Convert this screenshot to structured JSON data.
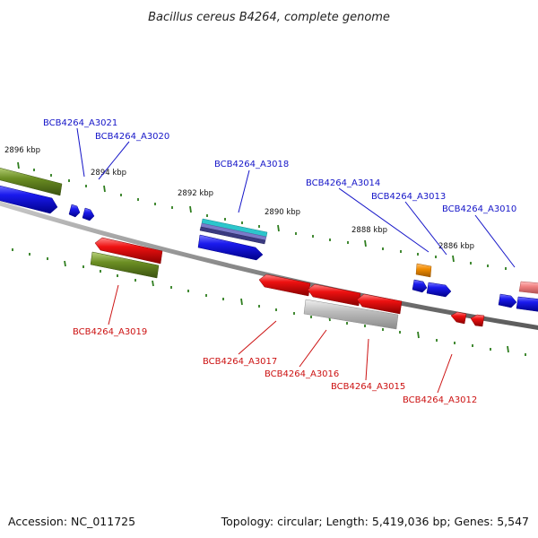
{
  "title": "Bacillus cereus B4264, complete genome",
  "footer": {
    "accession": "Accession: NC_011725",
    "summary": "Topology: circular; Length: 5,419,036 bp; Genes: 5,547"
  },
  "colors": {
    "forward_label": "#1515c8",
    "reverse_label": "#cc1111",
    "backbone": "#888888",
    "tick": "#2e7d1e",
    "blue": "#1a1aee",
    "red": "#ee1111",
    "olive": "#6b8e23",
    "gray": "#b8b8b8",
    "orange": "#f08c00",
    "pink": "#f08080",
    "teal": "#2cc6cc",
    "slate": "#5a5aa0"
  },
  "kbp_labels": [
    "2896 kbp",
    "2894 kbp",
    "2892 kbp",
    "2890 kbp",
    "2888 kbp",
    "2886 kbp"
  ],
  "gene_labels_forward": [
    "BCB4264_A3021",
    "BCB4264_A3020",
    "BCB4264_A3018",
    "BCB4264_A3014",
    "BCB4264_A3013",
    "BCB4264_A3010"
  ],
  "gene_labels_reverse": [
    "BCB4264_A3019",
    "BCB4264_A3017",
    "BCB4264_A3016",
    "BCB4264_A3015",
    "BCB4264_A3012"
  ]
}
